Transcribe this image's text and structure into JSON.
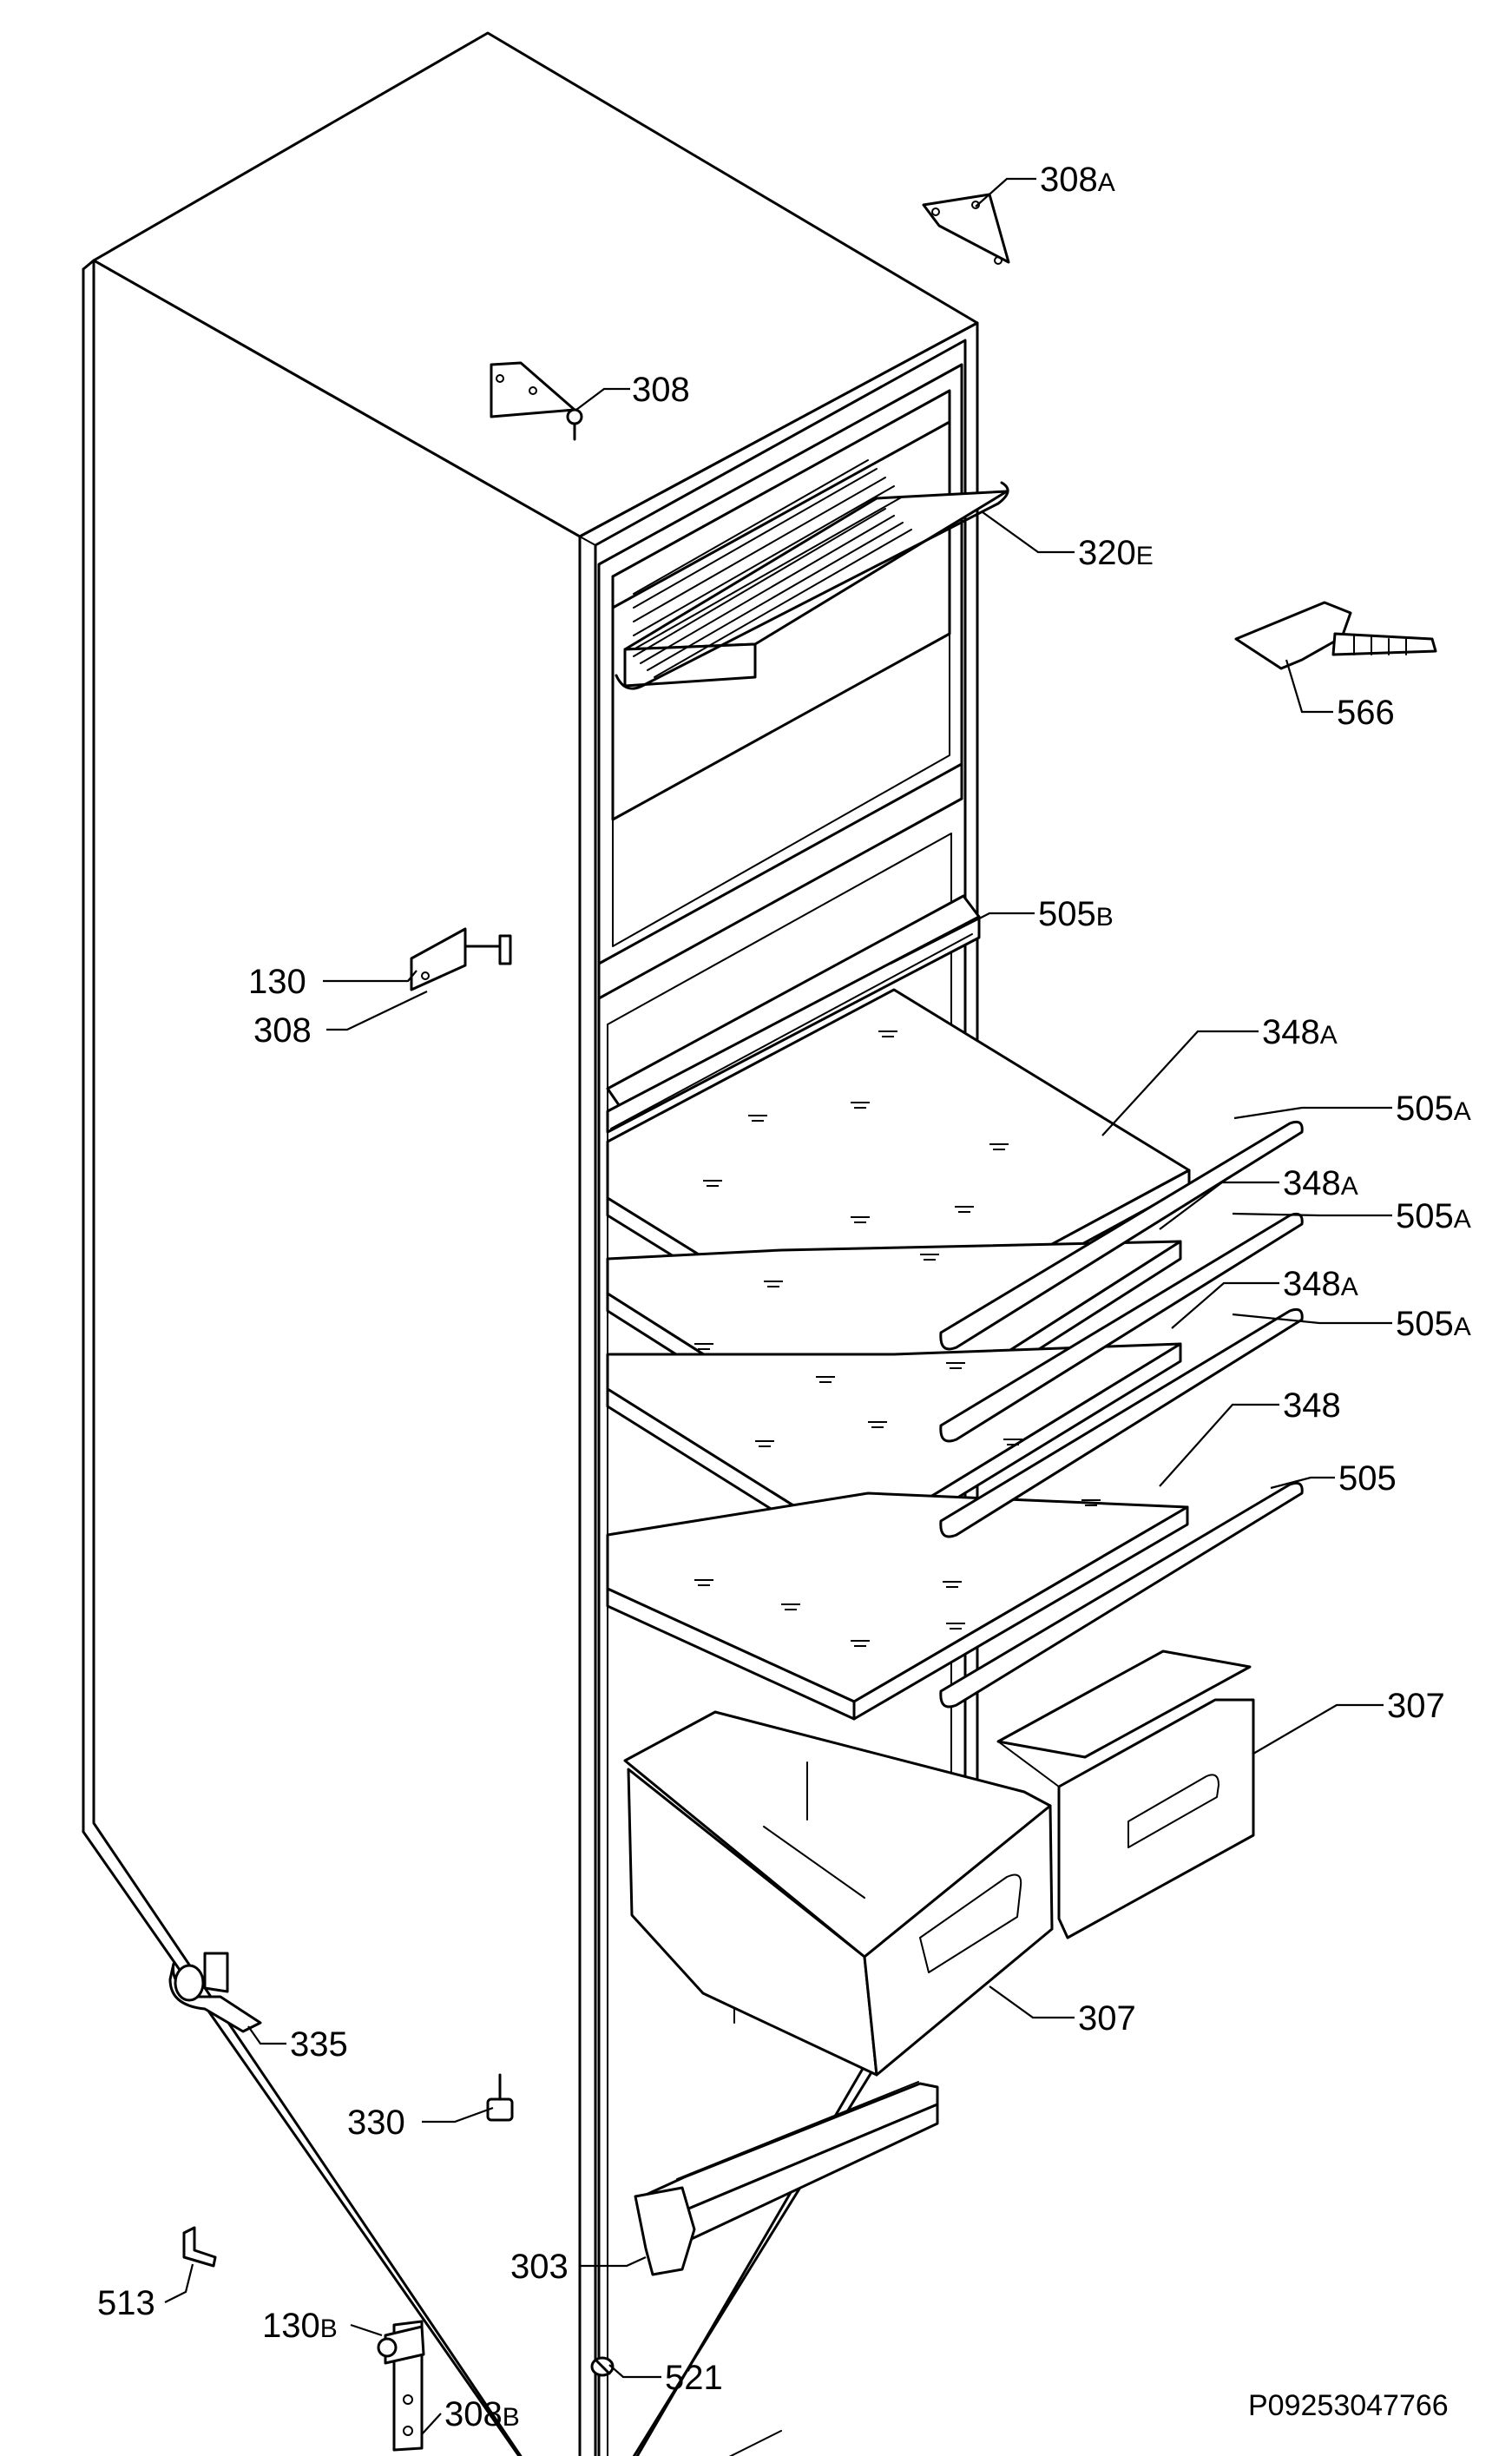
{
  "document_code": "P09253047766",
  "labels": [
    {
      "number": "308",
      "suffix": "A"
    },
    {
      "number": "308",
      "suffix": ""
    },
    {
      "number": "320",
      "suffix": "E"
    },
    {
      "number": "566",
      "suffix": ""
    },
    {
      "number": "505",
      "suffix": "B"
    },
    {
      "number": "130",
      "suffix": ""
    },
    {
      "number": "308",
      "suffix": ""
    },
    {
      "number": "348",
      "suffix": "A"
    },
    {
      "number": "505",
      "suffix": "A"
    },
    {
      "number": "348",
      "suffix": "A"
    },
    {
      "number": "505",
      "suffix": "A"
    },
    {
      "number": "348",
      "suffix": "A"
    },
    {
      "number": "505",
      "suffix": "A"
    },
    {
      "number": "348",
      "suffix": ""
    },
    {
      "number": "505",
      "suffix": ""
    },
    {
      "number": "307",
      "suffix": ""
    },
    {
      "number": "307",
      "suffix": ""
    },
    {
      "number": "335",
      "suffix": ""
    },
    {
      "number": "330",
      "suffix": ""
    },
    {
      "number": "303",
      "suffix": ""
    },
    {
      "number": "513",
      "suffix": ""
    },
    {
      "number": "130",
      "suffix": "B"
    },
    {
      "number": "521",
      "suffix": ""
    },
    {
      "number": "308",
      "suffix": "B"
    }
  ]
}
